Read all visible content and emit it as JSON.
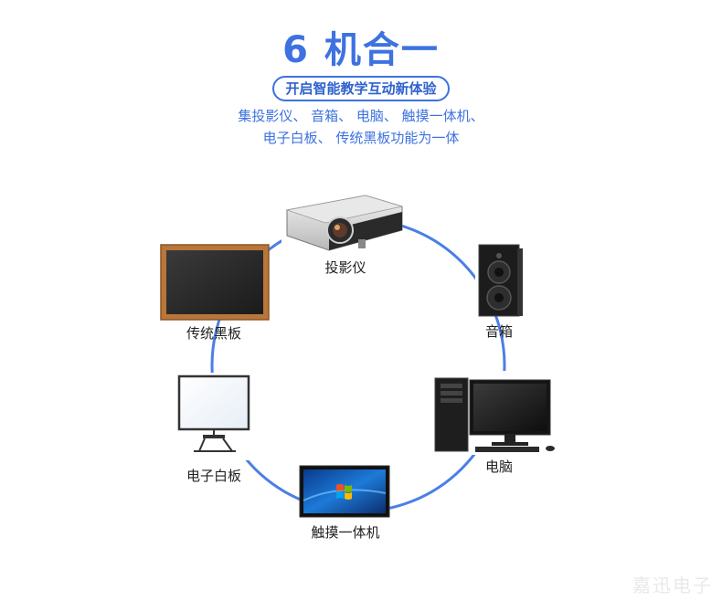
{
  "header": {
    "title": "6 机合一",
    "subtitle": "开启智能教学互动新体验",
    "desc_line1": "集投影仪、 音箱、 电脑、 触摸一体机、",
    "desc_line2": "电子白板、 传统黑板功能为一体"
  },
  "devices": {
    "projector": "投影仪",
    "speaker": "音箱",
    "computer": "电脑",
    "touch_panel": "触摸一体机",
    "whiteboard": "电子白板",
    "blackboard": "传统黑板"
  },
  "watermark": "嘉迅电子",
  "colors": {
    "accent": "#3d72e0",
    "ring": "#4a7fe6",
    "blackboard_frame": "#b8763a"
  }
}
